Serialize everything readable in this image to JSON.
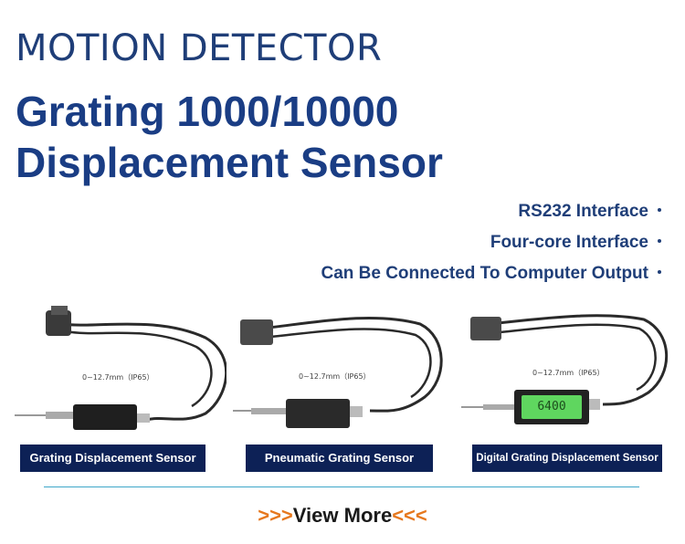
{
  "header": {
    "supertitle": "MOTION DETECTOR",
    "title_line1": "Grating 1000/10000",
    "title_line2": "Displacement Sensor"
  },
  "features": [
    "RS232 Interface",
    "Four-core Interface",
    "Can Be Connected To Computer Output"
  ],
  "products": [
    {
      "name": "Grating Displacement Sensor",
      "spec": "0~12.7mm（IP65）"
    },
    {
      "name": "Pneumatic Grating Sensor",
      "spec": "0~12.7mm（IP65）"
    },
    {
      "name": "Digital Grating Displacement Sensor",
      "spec": "0~12.7mm（IP65）",
      "display_value": "6400"
    }
  ],
  "view_more": {
    "left_arrows": ">>>",
    "label": "View More",
    "right_arrows": "<<<"
  },
  "colors": {
    "title_blue": "#1a3d84",
    "caption_bg": "#0d2156",
    "divider": "#3da7c9",
    "arrow_orange": "#e6781e",
    "lcd_green": "#5fd65f"
  }
}
